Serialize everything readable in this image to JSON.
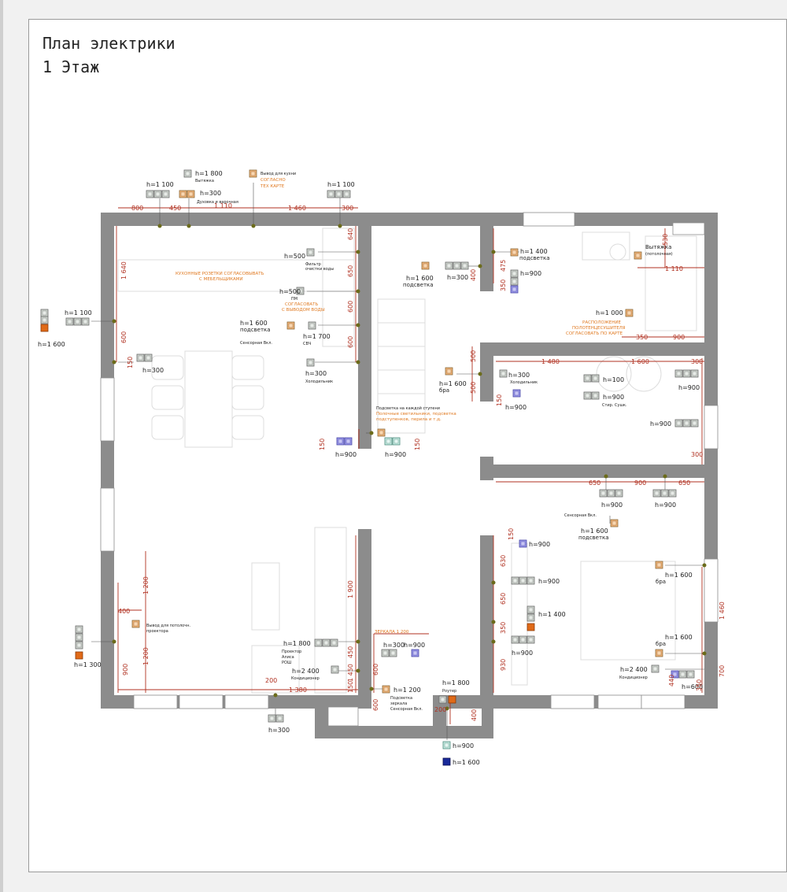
{
  "title": {
    "line1": "План электрики",
    "line2": "1 Этаж"
  },
  "colors": {
    "wall": "#8c8c8c",
    "dim": "#b03020",
    "dot": "#6b6b1a",
    "socket_gray": "#cfd6cf",
    "socket_orange": "#f2b67a",
    "socket_purple": "#9a98e8",
    "socket_red": "#e06a18",
    "socket_navy": "#1a2a9a",
    "note_orange": "#e07a22"
  },
  "top_labels": {
    "h1100_a": "h=1 100",
    "h1800": "h=1 800",
    "vytyazhka": "Вытяжка",
    "h300_top": "h=300",
    "duhovka": "Духовка и варочная",
    "vyvod": "Вывод для кухни",
    "soglasno": "СОГЛАСНО",
    "tex_karte": "ТЕХ КАРТЕ",
    "h1100_b": "h=1 100"
  },
  "top_dims": {
    "d800": "800",
    "d450": "450",
    "d1110": "1 110",
    "d1460": "1 460",
    "d300": "300"
  },
  "kitchen": {
    "h500_a": "h=500",
    "filtr1": "Фильтр",
    "filtr2": "очистки воды",
    "h500_b": "h=500",
    "pm": "ПМ",
    "soglas1": "СОГЛАСОВАТЬ",
    "soglas2": "С ВЫВОДОМ ВОДЫ",
    "h1600": "h=1 600",
    "podsvetka": "подсветка",
    "sensor": "Сенсорная Вкл.",
    "h1700": "h=1 700",
    "svch": "СВЧ",
    "h300": "h=300",
    "holod": "Холодильник",
    "note1": "КУХОННЫЕ РОЗЕТКИ СОГЛАСОВЫВАТЬ",
    "note2": "С МЕБЕЛЬЩИКАМИ",
    "d640": "640",
    "d650": "650",
    "d600a": "600",
    "d600b": "600",
    "d1640": "1 640",
    "d600c": "600",
    "d150": "150",
    "h300_table": "h=300"
  },
  "left_wall": {
    "h1100": "h=1 100",
    "h1600": "h=1 600",
    "h1300": "h=1 300",
    "projector1": "Вывод для потолочн.",
    "projector2": "проектора",
    "d400": "400",
    "d1200a": "1 200",
    "d1200b": "1 200",
    "d900": "900"
  },
  "stairs": {
    "note1": "Подсветка на каждой ступени",
    "note2": "Полочные светильники, подсветка",
    "note3": "подступенков, перила и т.д.",
    "h900a": "h=900",
    "h900b": "h=900",
    "d150a": "150",
    "d150b": "150"
  },
  "hall": {
    "h1600": "h=1 600",
    "podsvetka": "подсветка",
    "h300": "h=300",
    "d400": "400",
    "d475": "475",
    "d350": "350"
  },
  "bath_top": {
    "h1400": "h=1 400",
    "podsvetka": "подсветка",
    "h900": "h=900",
    "vytyazhka": "Вытяжка",
    "vyt2": "(потолочная)",
    "d530": "530",
    "d1110": "1 110",
    "h1000": "h=1 000",
    "note1": "РАСПОЛОЖЕНИЕ",
    "note2": "ПОЛОТЕНЦЕСУШИТЕЛЯ",
    "note3": "СОГЛАСОВАТЬ ПО КАРТЕ",
    "d350": "350",
    "d900": "900"
  },
  "laundry": {
    "d1480": "1 480",
    "d1600": "1 600",
    "d300a": "300",
    "h300": "h=300",
    "holod": "Холодильник",
    "h100": "h=100",
    "h900a": "h=900",
    "stir": "Стир. Сушк.",
    "h900b": "h=900",
    "h900c": "h=900",
    "h900d": "h=900",
    "d150": "150",
    "d300b": "300",
    "h1600": "h=1 600",
    "bra": "бра",
    "d500a": "500",
    "d500b": "500"
  },
  "bedroom": {
    "d650a": "650",
    "d900": "900",
    "d650b": "650",
    "h900a": "h=900",
    "h900b": "h=900",
    "sensor": "Сенсорная Вкл.",
    "h1600": "h=1 600",
    "podsvetka": "подсветка",
    "h900c": "h=900",
    "h900d": "h=900",
    "h1400": "h=1 400",
    "h900e": "h=900",
    "bra1_h": "h=1 600",
    "bra1": "бра",
    "bra2_h": "h=1 600",
    "bra2": "бра",
    "h2400": "h=2 400",
    "kond": "Кондиционер",
    "h600": "h=600",
    "d630": "630",
    "d650": "650",
    "d350": "350",
    "d930": "930",
    "d150": "150",
    "d1460": "1 460",
    "d700": "700",
    "d440": "440",
    "d350b": "350"
  },
  "living": {
    "h1800": "h=1 800",
    "proektor": "Проектор",
    "alisa": "Алиса",
    "rosh": "РОШ",
    "h2400": "h=2 400",
    "kond": "Кондиционер",
    "d1900": "1 900",
    "d450": "450",
    "d1450": "1 450",
    "d150": "150",
    "d200": "200",
    "d1380": "1 380",
    "h300_bottom": "h=300"
  },
  "bath_bottom": {
    "zerkalo": "ЗЕРКАЛА 1 200",
    "h300": "h=300",
    "h900": "h=900",
    "h1200": "h=1 200",
    "podsv1": "Подсветка",
    "podsv2": "зеркала",
    "podsv3": "Сенсорная Вкл.",
    "d600a": "600",
    "d600b": "600",
    "h1800": "h=1 800",
    "router": "Роутер",
    "d200": "200",
    "d400": "400",
    "h1600": "h=1 600"
  }
}
